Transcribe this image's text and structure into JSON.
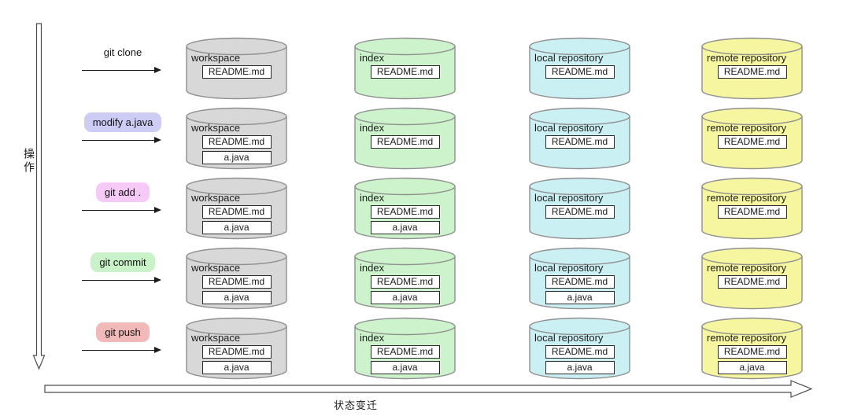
{
  "axes": {
    "y_label": "操作",
    "x_label": "状态变迁",
    "axis_fill": "#ffffff",
    "axis_stroke": "#4d4d4d"
  },
  "columns": [
    {
      "id": "workspace",
      "label": "workspace",
      "color": "#d8d8d8",
      "stroke": "#8f8f8f"
    },
    {
      "id": "index",
      "label": "index",
      "color": "#ccf3cc",
      "stroke": "#8f8f8f"
    },
    {
      "id": "local-repository",
      "label": "local repository",
      "color": "#cbf0f4",
      "stroke": "#8f8f8f"
    },
    {
      "id": "remote-repository",
      "label": "remote repository",
      "color": "#f6f6a0",
      "stroke": "#8f8f8f"
    }
  ],
  "rows": [
    {
      "action": {
        "label": "git clone",
        "badge_color": null
      },
      "cells": [
        {
          "files": [
            "README.md"
          ]
        },
        {
          "files": [
            "README.md"
          ]
        },
        {
          "files": [
            "README.md"
          ]
        },
        {
          "files": [
            "README.md"
          ]
        }
      ]
    },
    {
      "action": {
        "label": "modify a.java",
        "badge_color": "#ccccf5"
      },
      "cells": [
        {
          "files": [
            "README.md",
            "a.java"
          ]
        },
        {
          "files": [
            "README.md"
          ]
        },
        {
          "files": [
            "README.md"
          ]
        },
        {
          "files": [
            "README.md"
          ]
        }
      ]
    },
    {
      "action": {
        "label": "git add .",
        "badge_color": "#f7c9f7"
      },
      "cells": [
        {
          "files": [
            "README.md",
            "a.java"
          ]
        },
        {
          "files": [
            "README.md",
            "a.java"
          ]
        },
        {
          "files": [
            "README.md"
          ]
        },
        {
          "files": [
            "README.md"
          ]
        }
      ]
    },
    {
      "action": {
        "label": "git commit",
        "badge_color": "#c9f2c9"
      },
      "cells": [
        {
          "files": [
            "README.md",
            "a.java"
          ]
        },
        {
          "files": [
            "README.md",
            "a.java"
          ]
        },
        {
          "files": [
            "README.md",
            "a.java"
          ]
        },
        {
          "files": [
            "README.md"
          ]
        }
      ]
    },
    {
      "action": {
        "label": "git push",
        "badge_color": "#f2b9b9"
      },
      "cells": [
        {
          "files": [
            "README.md",
            "a.java"
          ]
        },
        {
          "files": [
            "README.md",
            "a.java"
          ]
        },
        {
          "files": [
            "README.md",
            "a.java"
          ]
        },
        {
          "files": [
            "README.md",
            "a.java"
          ]
        }
      ]
    }
  ]
}
